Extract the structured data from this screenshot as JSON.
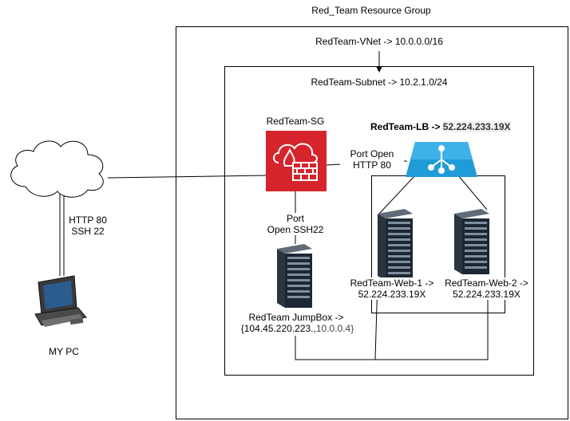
{
  "resource_group": {
    "title": "Red_Team Resource Group"
  },
  "vnet": {
    "label": "RedTeam-VNet -> 10.0.0.0/16"
  },
  "subnet": {
    "label": "RedTeam-Subnet -> 10.2.1.0/24"
  },
  "nsg": {
    "name": "RedTeam-SG",
    "port_http": [
      "Port Open",
      "HTTP 80"
    ],
    "port_ssh": [
      "Port",
      "Open SSH22"
    ]
  },
  "load_balancer": {
    "prefix": "RedTeam-LB -> ",
    "ip": "52.224.233.19X"
  },
  "web1": {
    "line1": "RedTeam-Web-1 ->",
    "line2": "52.224.233.19X"
  },
  "web2": {
    "line1": "RedTeam-Web-2 ->",
    "line2": "52.224.233.19X"
  },
  "jumpbox": {
    "line1": "RedTeam JumpBox ->",
    "line2_prefix": "{104.45.220.223.,",
    "line2_ip": "10.0.0.4}"
  },
  "internet_link": {
    "line1": "HTTP 80",
    "line2": "SSH 22"
  },
  "pc": {
    "label": "MY PC"
  },
  "colors": {
    "firewall_red": "#d6242d",
    "lb_blue": "#1f9bd8",
    "server_dark": "#1c2733"
  }
}
